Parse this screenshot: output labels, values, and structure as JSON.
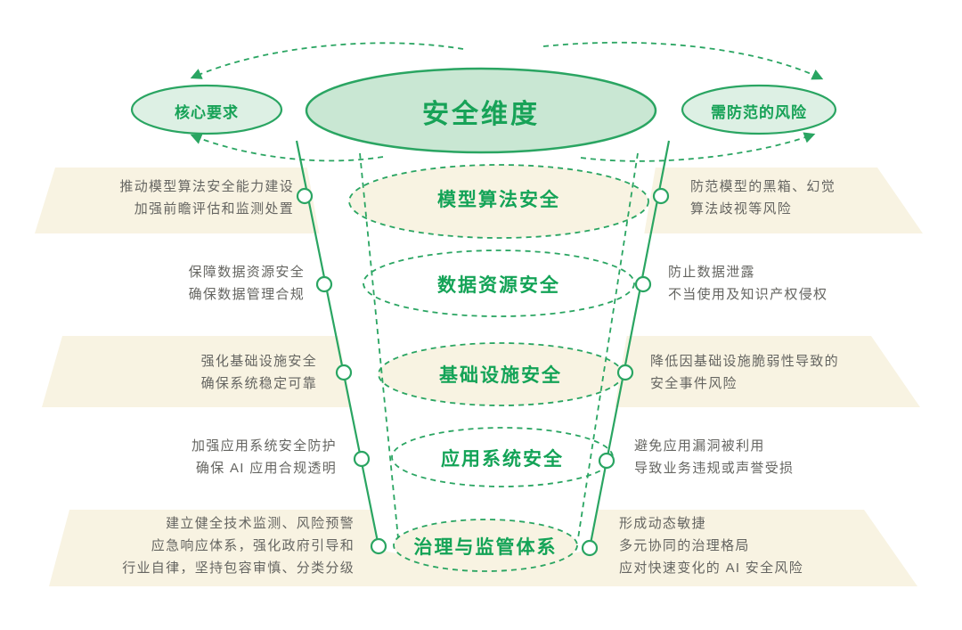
{
  "title": "安全维度",
  "left_pill": "核心要求",
  "right_pill": "需防范的风险",
  "colors": {
    "accent_green": "#17a257",
    "stroke_green": "#2aa562",
    "top_ellipse_fill": "#c9e7d3",
    "pill_fill": "#ddf0e4",
    "band_beige": "#f8f3e2",
    "body_text_gray": "#656561"
  },
  "rows": [
    {
      "label": "模型算法安全",
      "left": {
        "lines": [
          "推动模型算法安全能力建设",
          "加强前瞻评估和监测处置"
        ]
      },
      "right": {
        "lines": [
          "防范模型的黑箱、幻觉",
          "算法歧视等风险"
        ]
      }
    },
    {
      "label": "数据资源安全",
      "left": {
        "lines": [
          "保障数据资源安全",
          "确保数据管理合规"
        ]
      },
      "right": {
        "lines": [
          "防止数据泄露",
          "不当使用及知识产权侵权"
        ]
      }
    },
    {
      "label": "基础设施安全",
      "left": {
        "lines": [
          "强化基础设施安全",
          "确保系统稳定可靠"
        ]
      },
      "right": {
        "lines": [
          "降低因基础设施脆弱性导致的",
          "安全事件风险"
        ]
      }
    },
    {
      "label": "应用系统安全",
      "left": {
        "lines": [
          "加强应用系统安全防护",
          "确保 AI 应用合规透明"
        ]
      },
      "right": {
        "lines": [
          "避免应用漏洞被利用",
          "导致业务违规或声誉受损"
        ]
      }
    },
    {
      "label": "治理与监管体系",
      "left": {
        "lines": [
          "建立健全技术监测、风险预警",
          "应急响应体系，强化政府引导和",
          "行业自律，坚持包容审慎、分类分级"
        ]
      },
      "right": {
        "lines": [
          "形成动态敏捷",
          "多元协同的治理格局",
          "应对快速变化的 AI 安全风险"
        ]
      }
    }
  ]
}
